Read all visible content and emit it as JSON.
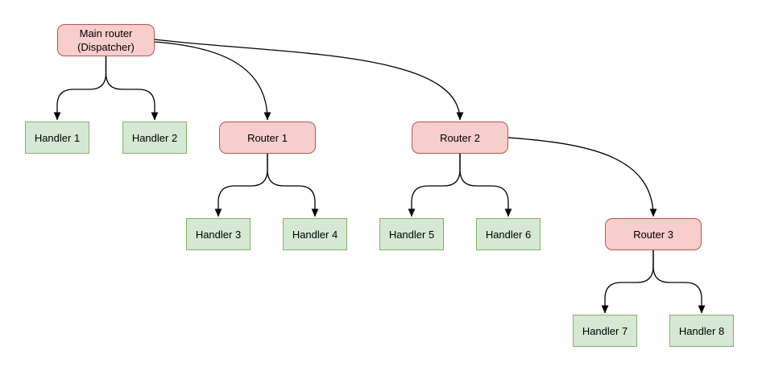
{
  "diagram": {
    "type": "tree",
    "background": "#ffffff",
    "colors": {
      "router_fill": "#f8cecc",
      "router_border": "#b85450",
      "handler_fill": "#d5e8d4",
      "handler_border": "#82b366",
      "edge_color": "#000000"
    },
    "nodes": {
      "main_router": {
        "kind": "router",
        "label_line1": "Main router",
        "label_line2": "(Dispatcher)"
      },
      "handler1": {
        "kind": "handler",
        "label": "Handler 1"
      },
      "handler2": {
        "kind": "handler",
        "label": "Handler 2"
      },
      "router1": {
        "kind": "router",
        "label": "Router 1"
      },
      "router2": {
        "kind": "router",
        "label": "Router 2"
      },
      "handler3": {
        "kind": "handler",
        "label": "Handler 3"
      },
      "handler4": {
        "kind": "handler",
        "label": "Handler 4"
      },
      "handler5": {
        "kind": "handler",
        "label": "Handler 5"
      },
      "handler6": {
        "kind": "handler",
        "label": "Handler 6"
      },
      "router3": {
        "kind": "router",
        "label": "Router 3"
      },
      "handler7": {
        "kind": "handler",
        "label": "Handler 7"
      },
      "handler8": {
        "kind": "handler",
        "label": "Handler 8"
      }
    },
    "edges": [
      {
        "from": "main_router",
        "to": "handler1"
      },
      {
        "from": "main_router",
        "to": "handler2"
      },
      {
        "from": "main_router",
        "to": "router1"
      },
      {
        "from": "main_router",
        "to": "router2"
      },
      {
        "from": "router1",
        "to": "handler3"
      },
      {
        "from": "router1",
        "to": "handler4"
      },
      {
        "from": "router2",
        "to": "handler5"
      },
      {
        "from": "router2",
        "to": "handler6"
      },
      {
        "from": "router2",
        "to": "router3"
      },
      {
        "from": "router3",
        "to": "handler7"
      },
      {
        "from": "router3",
        "to": "handler8"
      }
    ]
  }
}
